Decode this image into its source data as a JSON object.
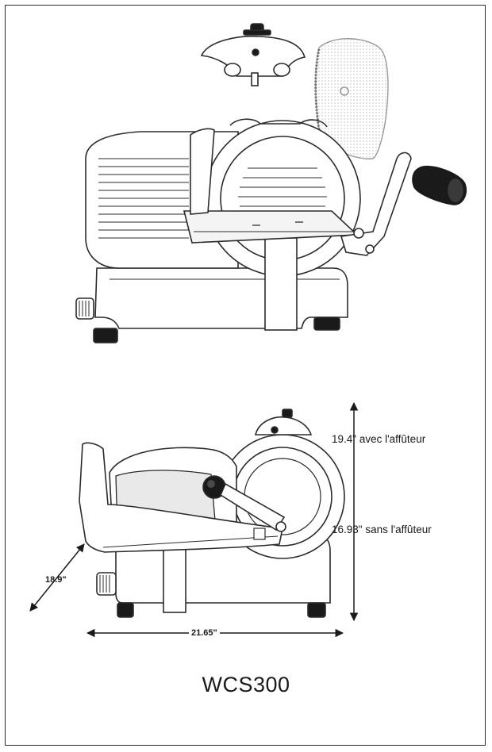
{
  "model": "WCS300",
  "dimensions": {
    "height_with_sharpener": "19.4\" avec l'affûteur",
    "height_without_sharpener": "16.93\" sans l'affûteur",
    "depth": "18.9\"",
    "width": "21.65\""
  },
  "colors": {
    "line": "#2b2b2b",
    "knob": "#1a1a1a",
    "panel": "#e9e9e9",
    "background": "#ffffff"
  },
  "icons": {
    "sharpener": "sharpener-part-icon",
    "handle": "handle-knob-icon"
  }
}
